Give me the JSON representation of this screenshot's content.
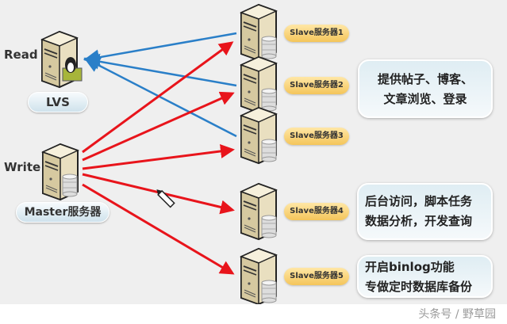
{
  "roles": {
    "read": "Read",
    "write": "Write"
  },
  "lvs": {
    "label": "LVS"
  },
  "master": {
    "label": "Master服务器"
  },
  "slaves": [
    {
      "label": "Slave服务器1"
    },
    {
      "label": "Slave服务器2"
    },
    {
      "label": "Slave服务器3"
    },
    {
      "label": "Slave服务器4"
    },
    {
      "label": "Slave服务器5"
    }
  ],
  "notes": [
    {
      "lines": [
        "提供帖子、博客、",
        "文章浏览、登录"
      ]
    },
    {
      "lines": [
        "后台访问，脚本任务",
        "数据分析，开发查询"
      ]
    },
    {
      "lines": [
        "开启binlog功能",
        "专做定时数据库备份"
      ]
    }
  ],
  "watermark": "头条号 / 野草园",
  "colors": {
    "read_arrow": "#2a7fc8",
    "write_arrow": "#e8141b",
    "slave_label": "#f4c55a"
  }
}
